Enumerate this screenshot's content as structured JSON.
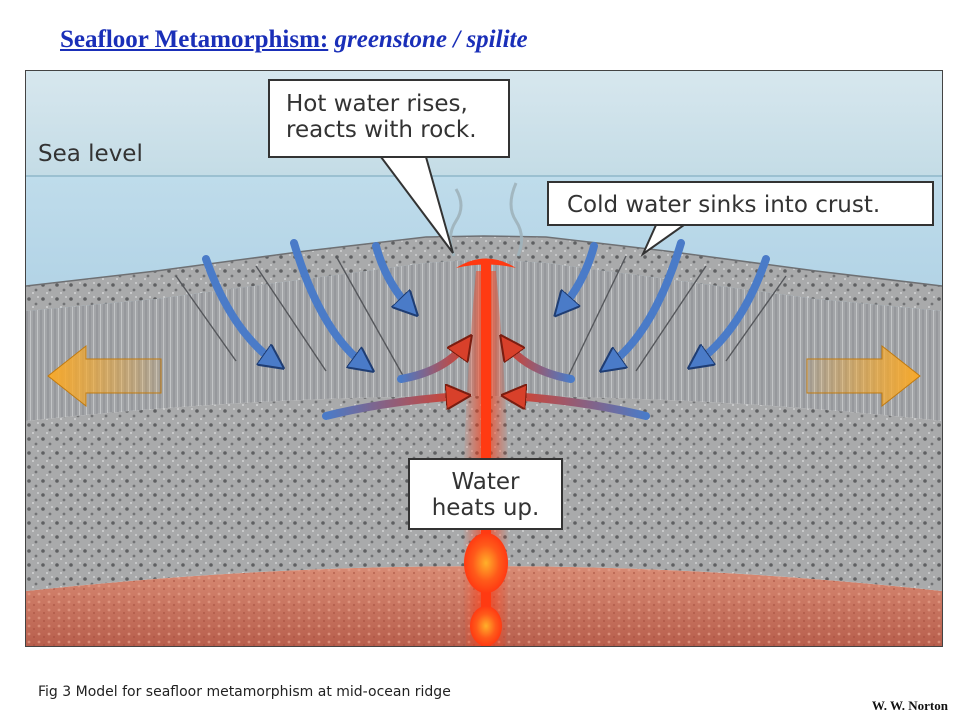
{
  "title": {
    "main": "Seafloor Metamorphism:",
    "sub": "greenstone / spilite"
  },
  "figure": {
    "sea_level_label": "Sea level",
    "callouts": {
      "hot_water": [
        "Hot water rises,",
        "reacts with rock."
      ],
      "cold_water": "Cold water sinks into crust.",
      "heats_up": [
        "Water",
        "heats up."
      ]
    },
    "colors": {
      "sky": "#cfe3ec",
      "ocean": "#bfdcea",
      "crust": "#a9aaab",
      "mantle": "#c8735f",
      "magma": "#ff3a12",
      "cold_arrow": "#4a7bc8",
      "spreading_arrow": "#f7a92b"
    }
  },
  "caption": "Fig 3 Model for seafloor metamorphism at mid-ocean ridge",
  "credit": "W. W. Norton"
}
